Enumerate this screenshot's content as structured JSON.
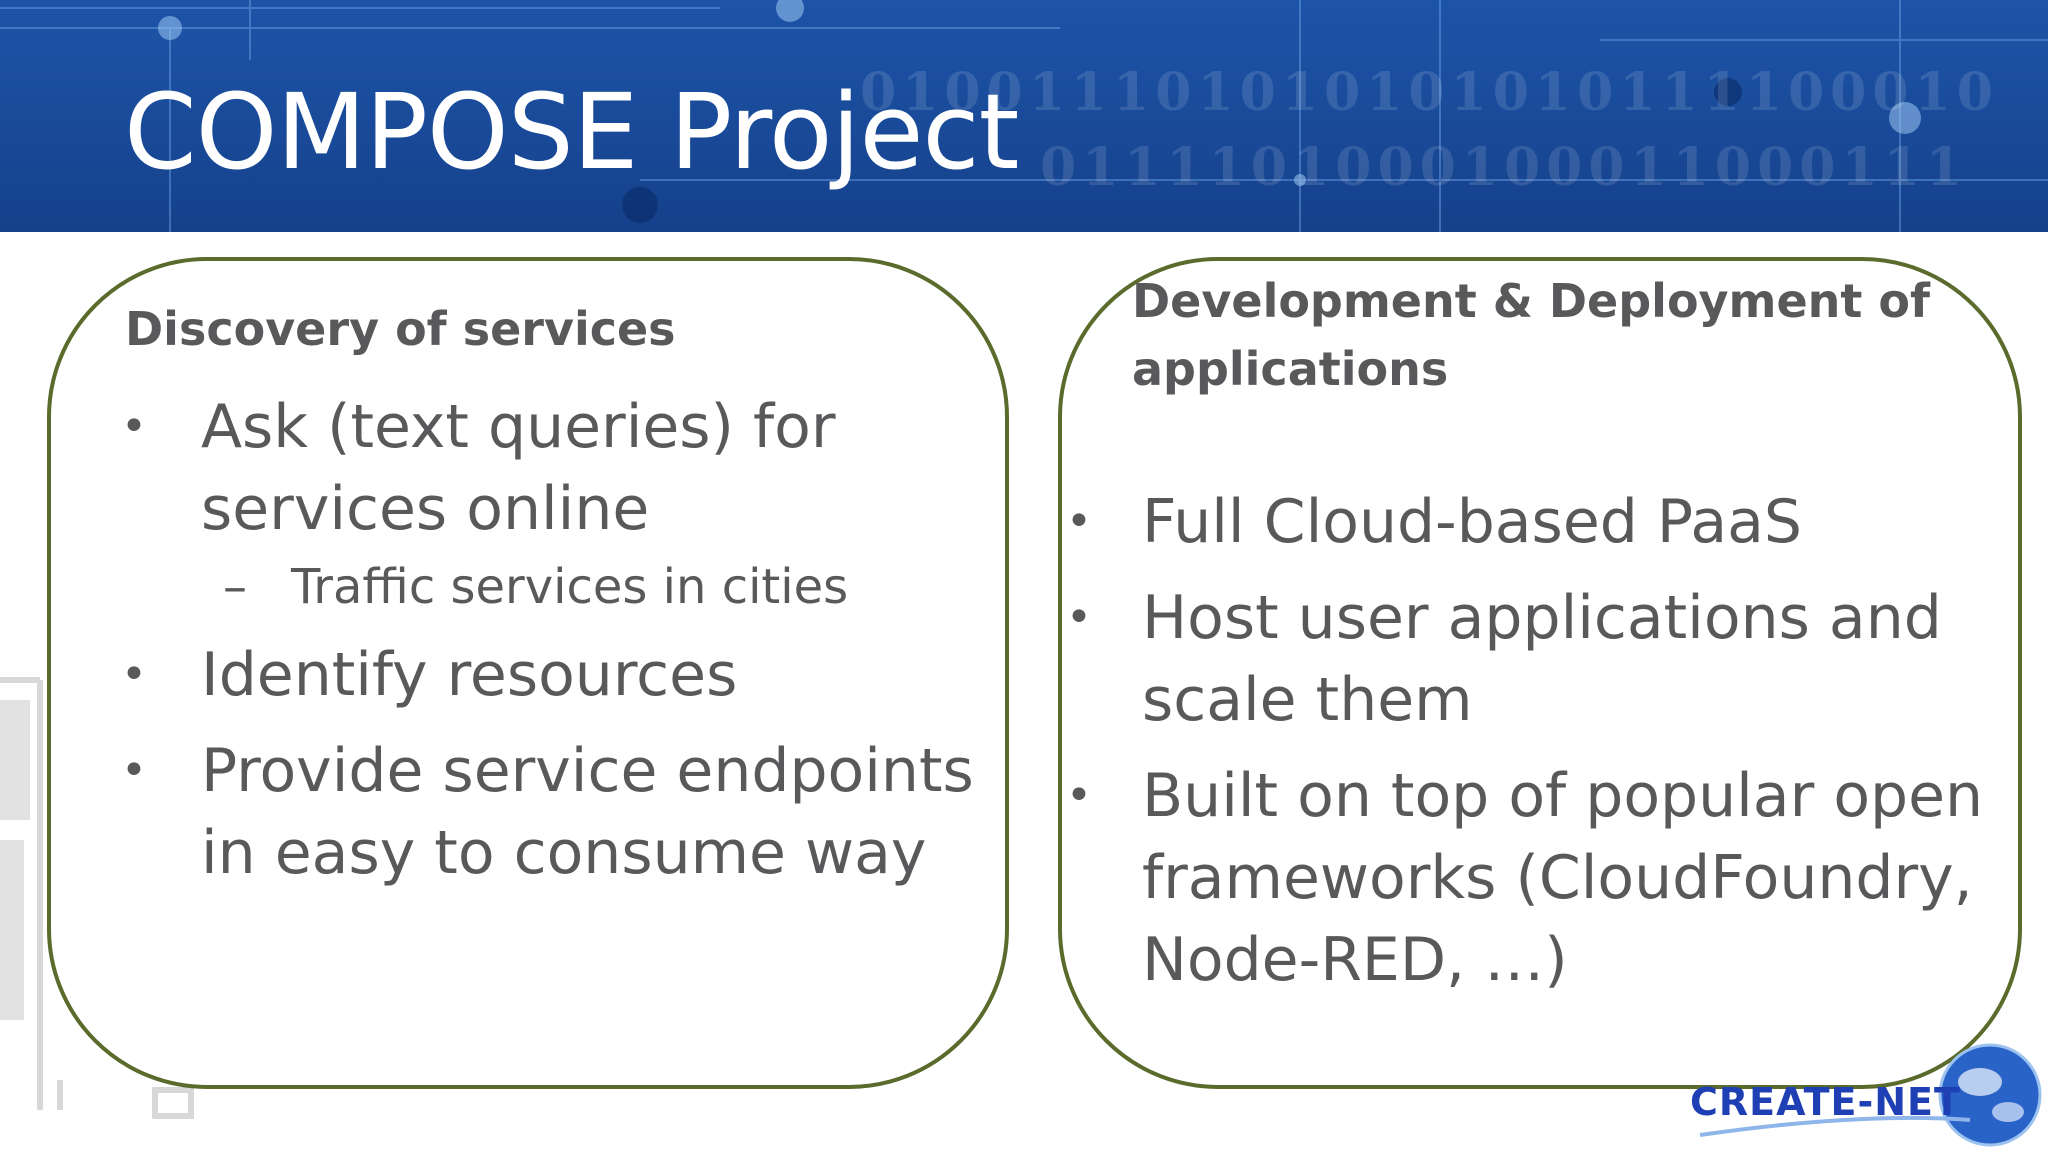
{
  "slide": {
    "title": "COMPOSE Project"
  },
  "left_panel": {
    "heading": "Discovery of services",
    "bullets": [
      {
        "text": "Ask (text queries) for services online",
        "sub": "Traffic services in cities"
      },
      {
        "text": "Identify resources"
      },
      {
        "text": "Provide service endpoints in easy to consume way"
      }
    ]
  },
  "right_panel": {
    "heading": "Development & Deployment of applications",
    "bullets": [
      {
        "text": "Full Cloud-based PaaS"
      },
      {
        "text": "Host user applications and scale them"
      },
      {
        "text": "Built on top of popular open frameworks (CloudFoundry, Node-RED, …)"
      }
    ]
  },
  "glyphs": {
    "bullet": "•",
    "dash": "–"
  },
  "logo": {
    "text": "CREATE-NET"
  },
  "banner_digits": {
    "row1": "010011101010101010111100010",
    "row2": "0111101000100011000111"
  },
  "colors": {
    "banner": "#1a4c9c",
    "title": "#ffffff",
    "panel_border": "#5a6b2c",
    "text": "#59595b",
    "logo": "#1f3fb4"
  }
}
